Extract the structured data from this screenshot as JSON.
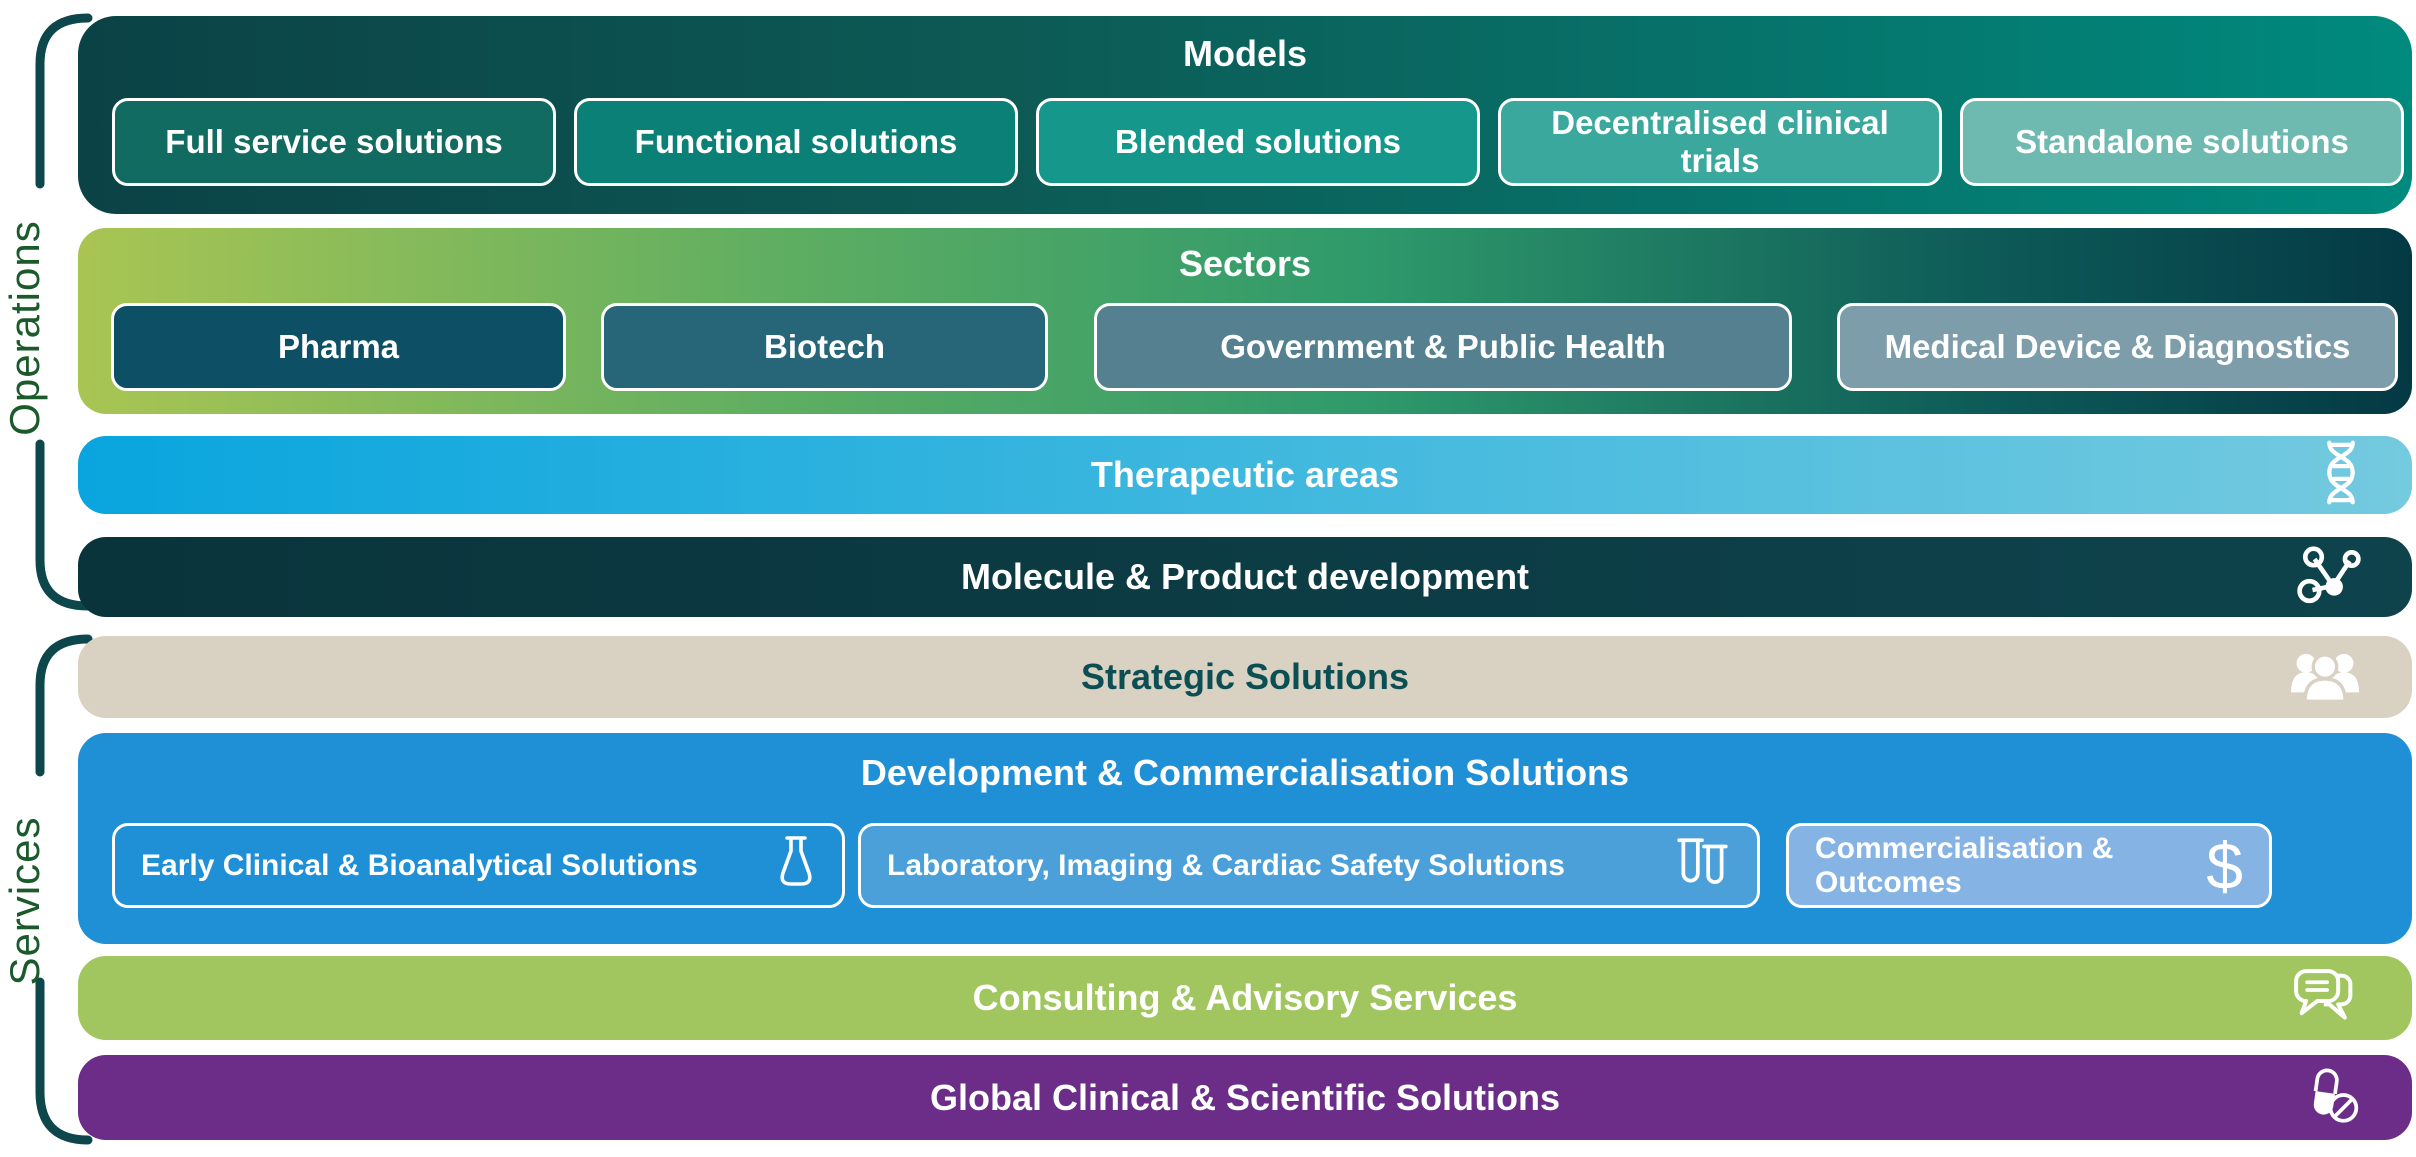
{
  "palette": {
    "models_gradient": [
      "#0b4246",
      "#008a7e"
    ],
    "sectors_gradient": [
      "#a9c553",
      "#043944"
    ],
    "therapeutic_gradient": [
      "#09a5de",
      "#74cadf"
    ],
    "molecule_bg": "#0c3a42",
    "strategic_bg": "#d9d1c1",
    "strategic_text": "#0b4f55",
    "development_bg": "#1f90d5",
    "consulting_bg": "#a1c65f",
    "global_bg": "#6b2d87",
    "bracket_color": "#0d474b",
    "side_label_color": "#1b5a2b"
  },
  "left_labels": {
    "operations": "Operations",
    "services": "Services"
  },
  "rows": {
    "models": {
      "title": "Models",
      "buttons": [
        {
          "label": "Full service solutions",
          "color": "#126b60"
        },
        {
          "label": "Functional solutions",
          "color": "#0b8076"
        },
        {
          "label": "Blended solutions",
          "color": "#16978c"
        },
        {
          "label": "Decentralised clinical trials",
          "color": "#3aa89d"
        },
        {
          "label": "Standalone solutions",
          "color": "#6fbab0"
        }
      ]
    },
    "sectors": {
      "title": "Sectors",
      "buttons": [
        {
          "label": "Pharma",
          "color": "#0d5066"
        },
        {
          "label": "Biotech",
          "color": "#276679"
        },
        {
          "label": "Government & Public Health",
          "color": "#54808f"
        },
        {
          "label": "Medical Device & Diagnostics",
          "color": "#7e9daa"
        }
      ]
    },
    "therapeutic": {
      "title": "Therapeutic areas",
      "icon": "dna-icon"
    },
    "molecule": {
      "title": "Molecule & Product development",
      "icon": "molecule-icon"
    },
    "strategic": {
      "title": "Strategic Solutions",
      "icon": "people-group-icon"
    },
    "development": {
      "title": "Development & Commercialisation Solutions",
      "dollar_glyph": "$",
      "buttons": [
        {
          "label": "Early Clinical & Bioanalytical Solutions",
          "icon": "flask-icon",
          "color": "#1f90d5"
        },
        {
          "label": "Laboratory, Imaging & Cardiac Safety Solutions",
          "icon": "test-tubes-icon",
          "color": "#4ba0da"
        },
        {
          "label": "Commercialisation & Outcomes",
          "icon": "dollar-icon",
          "color": "#85b4e4"
        }
      ]
    },
    "consulting": {
      "title": "Consulting & Advisory Services",
      "icon": "speech-bubbles-icon"
    },
    "global": {
      "title": "Global Clinical & Scientific Solutions",
      "icon": "pill-icon"
    }
  }
}
